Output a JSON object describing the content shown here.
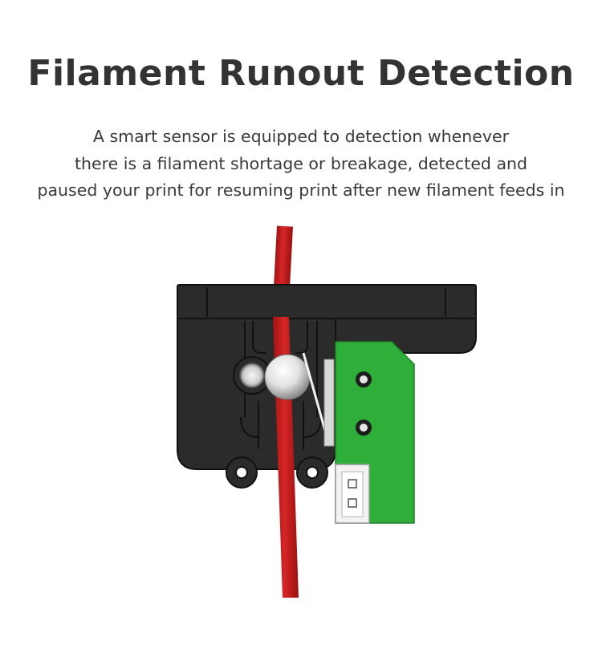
{
  "title": "Filament Runout Detection",
  "description_lines": [
    "A smart sensor is equipped to detection whenever",
    "there is a filament shortage or breakage, detected and",
    "paused your print for resuming print after new filament feeds in"
  ],
  "colors": {
    "filament": "#c81e1e",
    "housing": "#2a2a2a",
    "pcb": "#2fae3a",
    "text": "#333333"
  }
}
